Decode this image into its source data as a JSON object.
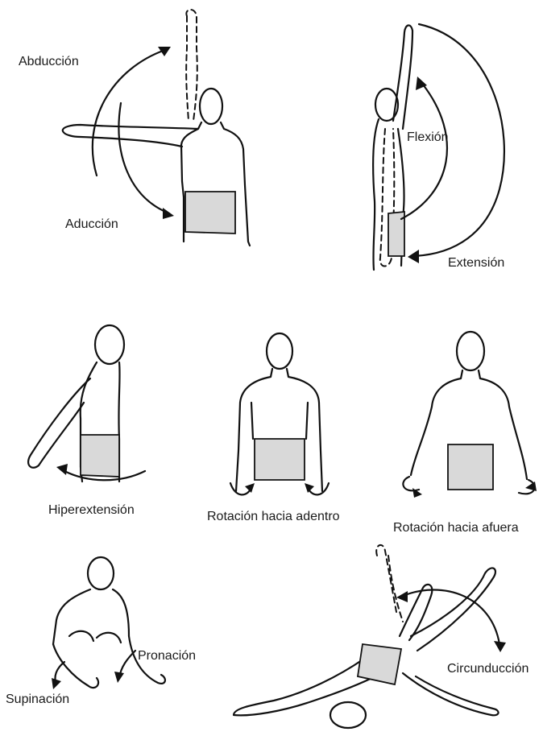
{
  "labels": {
    "abduccion": "Abducción",
    "aduccion": "Aducción",
    "flexion": "Flexión",
    "extension": "Extensión",
    "hiperextension": "Hiperextensión",
    "rotacion_adentro": "Rotación hacia adentro",
    "rotacion_afuera": "Rotación hacia afuera",
    "pronacion": "Pronación",
    "supinacion": "Supinación",
    "circunduccion": "Circunducción"
  },
  "colors": {
    "ink": "#111111",
    "band": "#d9d9d9",
    "background": "#ffffff"
  }
}
